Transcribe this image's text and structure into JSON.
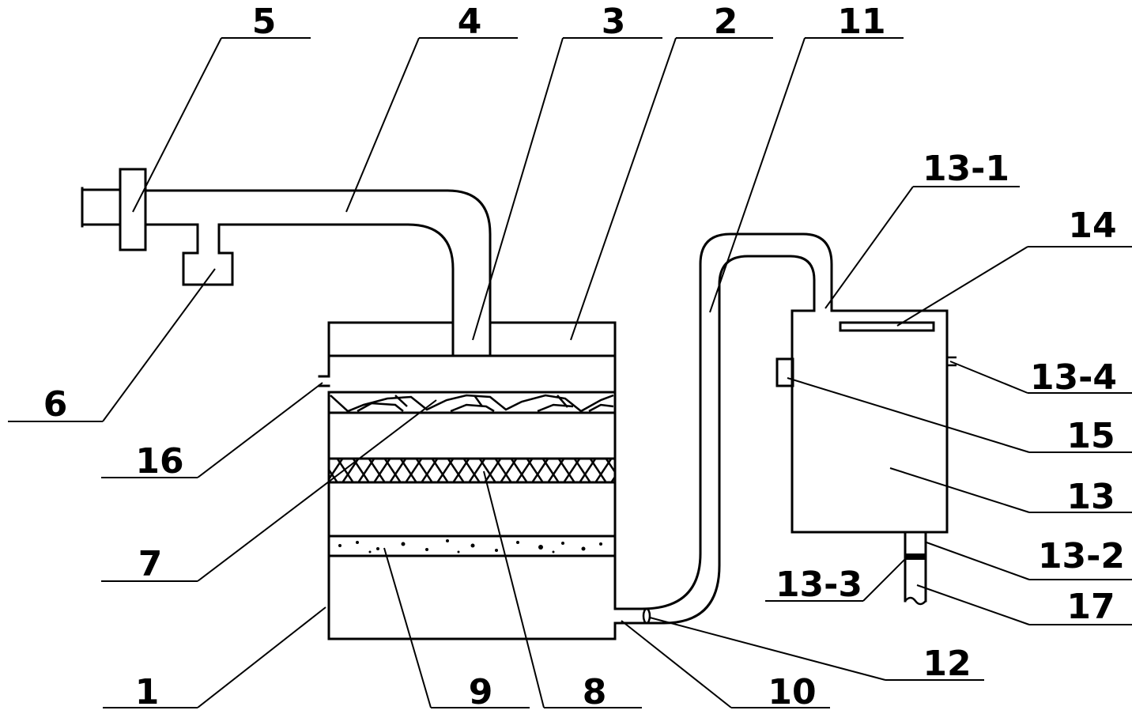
{
  "labels": {
    "n1": "1",
    "n2": "2",
    "n3": "3",
    "n4": "4",
    "n5": "5",
    "n6": "6",
    "n7": "7",
    "n8": "8",
    "n9": "9",
    "n10": "10",
    "n11": "11",
    "n12": "12",
    "n13": "13",
    "n13_1": "13-1",
    "n13_2": "13-2",
    "n13_3": "13-3",
    "n13_4": "13-4",
    "n14": "14",
    "n15": "15",
    "n16": "16",
    "n17": "17"
  }
}
